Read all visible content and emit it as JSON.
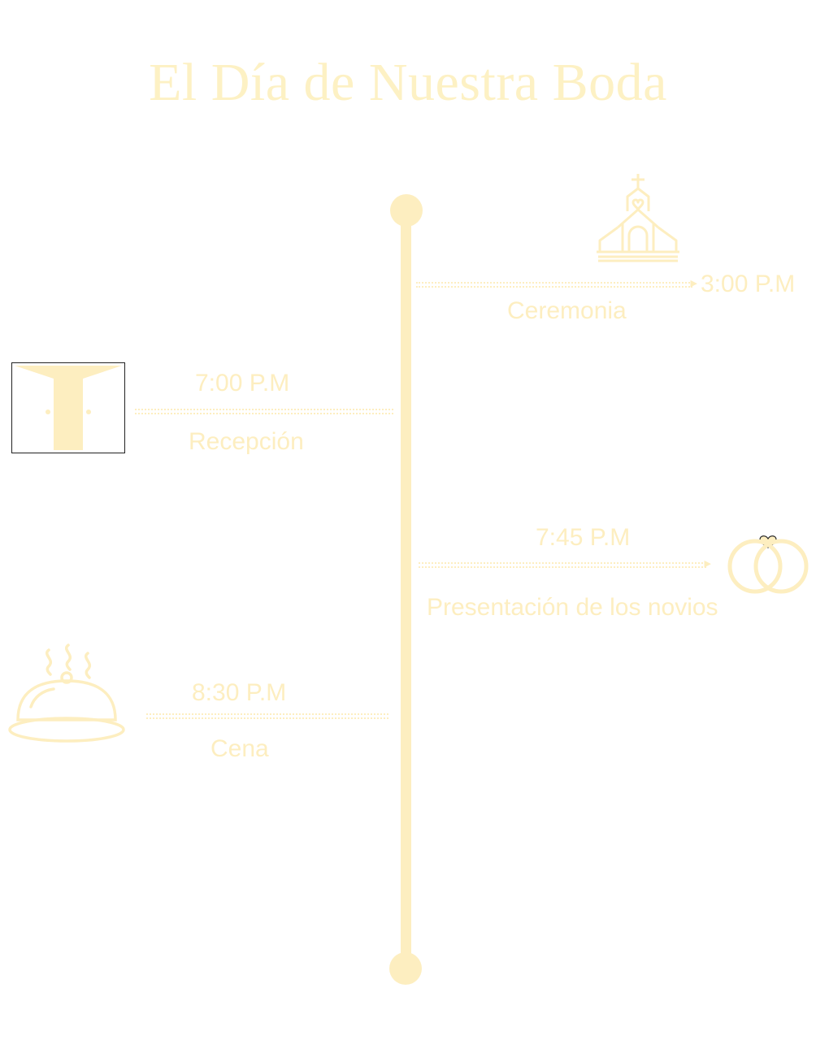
{
  "title": "El Día de Nuestra Boda",
  "colors": {
    "accent": "#fdeec0",
    "background": "#ffffff"
  },
  "events": [
    {
      "time": "3:00 P.M",
      "label": "Ceremonia",
      "icon": "church-icon"
    },
    {
      "time": "7:00 P.M",
      "label": "Recepción",
      "icon": "door-icon"
    },
    {
      "time": "7:45 P.M",
      "label": "Presentación de los novios",
      "icon": "rings-icon"
    },
    {
      "time": "8:30 P.M",
      "label": "Cena",
      "icon": "cloche-icon"
    }
  ]
}
